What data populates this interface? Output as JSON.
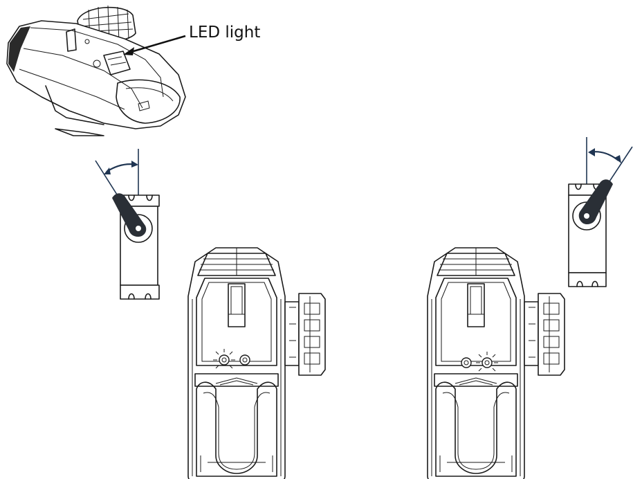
{
  "callout": {
    "label": "LED light"
  },
  "colors": {
    "angle_line": "#1f3552",
    "servo_arm": "#2a2f36",
    "outline": "#1a1a1a"
  },
  "panels": [
    {
      "name": "left",
      "led_lit": "left",
      "arm_direction": "left"
    },
    {
      "name": "right",
      "led_lit": "right",
      "arm_direction": "right"
    }
  ]
}
